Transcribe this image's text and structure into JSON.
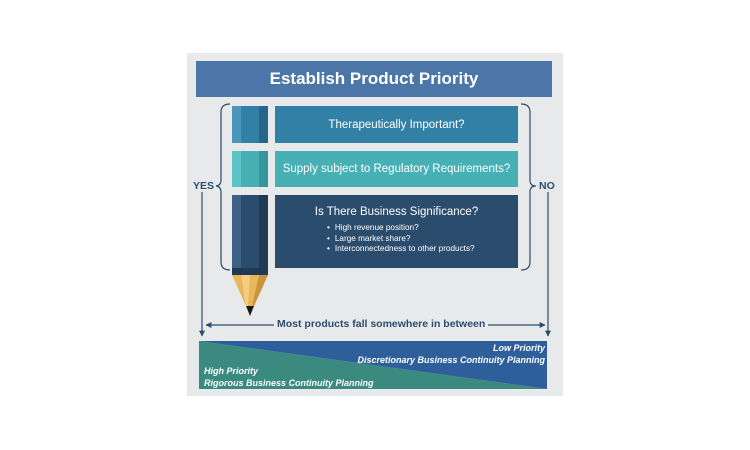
{
  "title": "Establish Product Priority",
  "criteria": [
    {
      "label": "Therapeutically Important?"
    },
    {
      "label": "Supply subject to Regulatory Requirements?"
    },
    {
      "label": "Is There Business Significance?",
      "bullets": [
        "High revenue position?",
        "Large market share?",
        "Interconnectedness to other products?"
      ]
    }
  ],
  "yes_label": "YES",
  "no_label": "NO",
  "between_label": "Most products fall somewhere in between",
  "low_priority": {
    "title": "Low Priority",
    "subtitle": "Discretionary Business Continuity Planning"
  },
  "high_priority": {
    "title": "High Priority",
    "subtitle": "Rigorous Business Continuity Planning"
  },
  "colors": {
    "title_bar": "#4d76a8",
    "criterion_1": "#3380a6",
    "criterion_2": "#46b0b5",
    "criterion_3": "#2b4d6d",
    "high_priority": "#3a8a80",
    "low_priority": "#2f5f9a",
    "pencil_wood": "#e8b75a",
    "lines": "#2b4d6d"
  }
}
